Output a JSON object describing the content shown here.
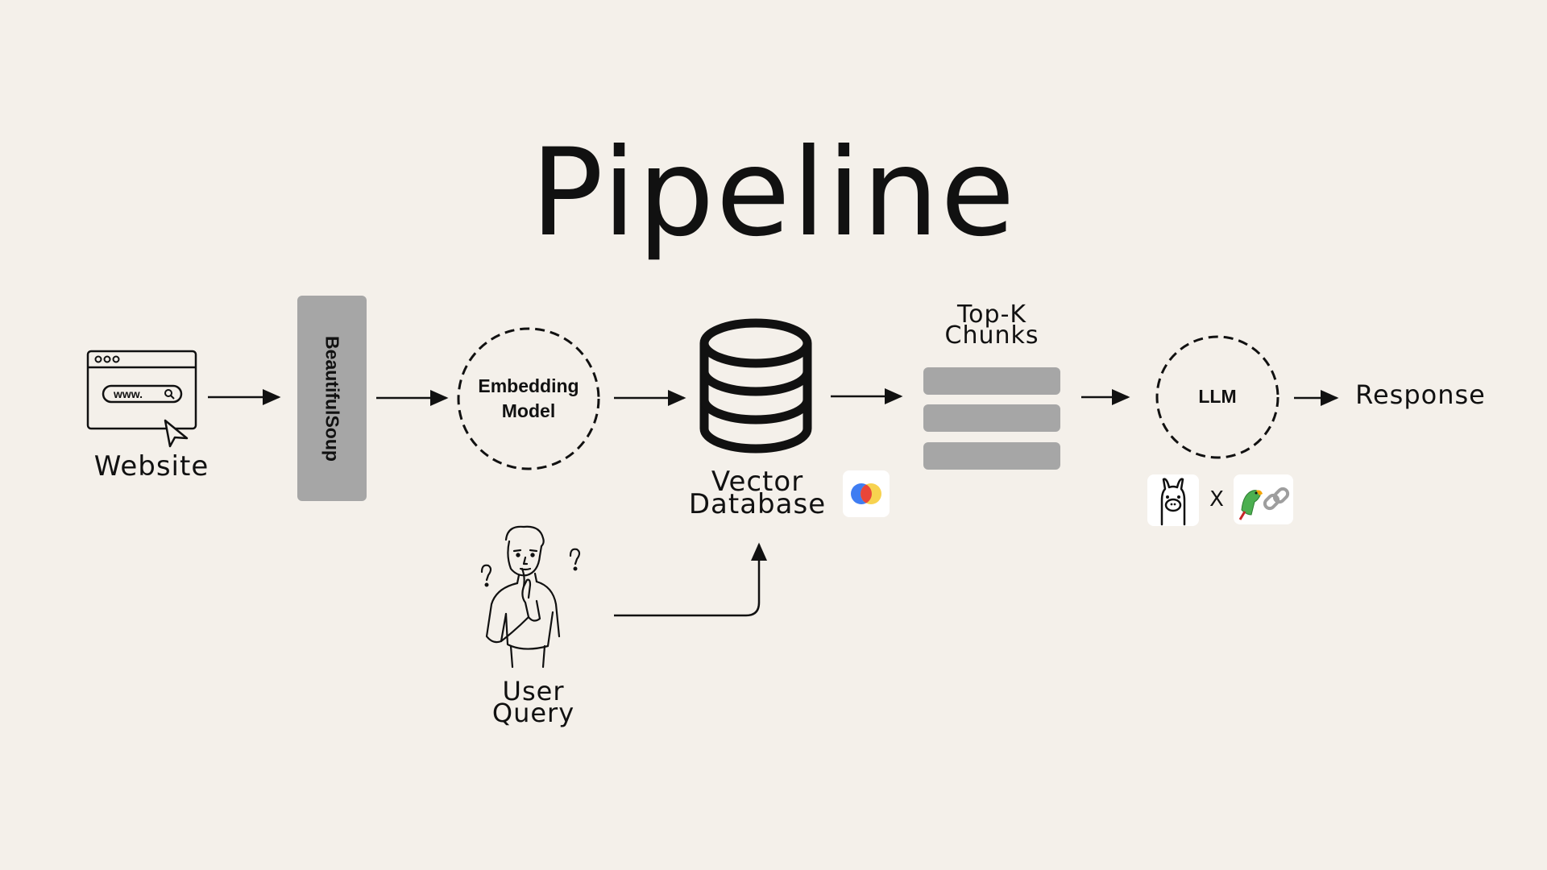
{
  "title": "Pipeline",
  "nodes": {
    "website": {
      "label": "Website",
      "url_text": "www."
    },
    "beautifulsoup": {
      "label": "BeautifulSoup"
    },
    "embedding_model": {
      "line1": "Embedding",
      "line2": "Model"
    },
    "vector_database": {
      "line1": "Vector",
      "line2": "Database"
    },
    "top_k_chunks": {
      "line1": "Top-K",
      "line2": "Chunks",
      "chunk_count": 3
    },
    "llm": {
      "label": "LLM",
      "separator": "X"
    },
    "response": {
      "label": "Response"
    },
    "user_query": {
      "line1": "User",
      "line2": "Query"
    }
  },
  "icons": {
    "website": "browser-window-icon",
    "database": "database-cylinder-icon",
    "vector_db_logo": "chroma-logo-icon",
    "llm_logo_left": "ollama-llama-icon",
    "llm_logo_right": "langchain-parrot-link-icon",
    "user": "thinking-person-icon"
  },
  "colors": {
    "background": "#f4f0ea",
    "box_gray": "#a6a6a6",
    "ink": "#111111",
    "chroma_blue": "#3f7df2",
    "chroma_yellow": "#f7d046",
    "chroma_red": "#e9463a"
  }
}
